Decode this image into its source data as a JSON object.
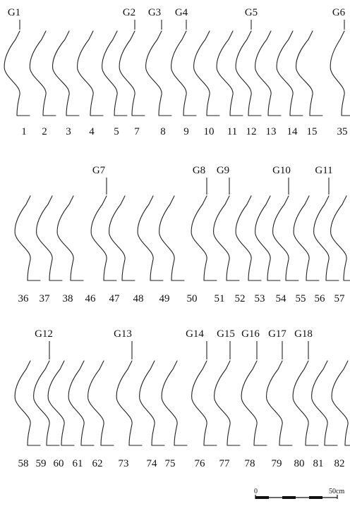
{
  "figure": {
    "rows": [
      {
        "numbers": [
          "1",
          "2",
          "3",
          "4",
          "5",
          "7",
          "8",
          "9",
          "10",
          "11",
          "12",
          "13",
          "14",
          "15",
          "35"
        ],
        "groups": [
          "G1",
          "G2",
          "G3",
          "G4",
          "G5",
          "G6"
        ]
      },
      {
        "numbers": [
          "36",
          "37",
          "38",
          "46",
          "47",
          "48",
          "49",
          "50",
          "51",
          "52",
          "53",
          "54",
          "55",
          "56",
          "57"
        ],
        "groups": [
          "G7",
          "G8",
          "G9",
          "G10",
          "G11"
        ]
      },
      {
        "numbers": [
          "58",
          "59",
          "60",
          "61",
          "62",
          "73",
          "74",
          "75",
          "76",
          "77",
          "78",
          "79",
          "80",
          "81",
          "82"
        ],
        "groups": [
          "G12",
          "G13",
          "G14",
          "G15",
          "G16",
          "G17",
          "G18"
        ]
      }
    ],
    "scale": {
      "start_label": "0",
      "end_label": "50cm"
    }
  }
}
